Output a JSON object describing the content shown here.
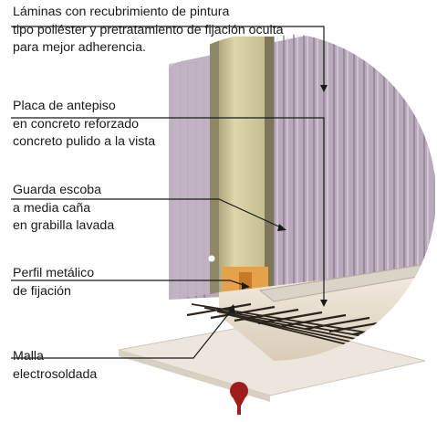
{
  "callouts": [
    {
      "lines": [
        "Láminas con recubrimiento de pintura",
        "tipo poliéster y pretratamiento de fijación oculta",
        "para mejor adherencia."
      ]
    },
    {
      "lines": [
        "Placa de antepiso",
        "en concreto reforzado",
        "concreto pulido a la vista"
      ]
    },
    {
      "lines": [
        "Guarda escoba",
        "a media caña",
        "en grabilla lavada"
      ]
    },
    {
      "lines": [
        "Perfil metálico",
        "de fijación"
      ]
    },
    {
      "lines": [
        "Malla",
        "electrosoldada"
      ]
    }
  ],
  "colors": {
    "wall_panel": "#b8aabb",
    "wall_rib_dark": "#8c7e90",
    "wall_rib_light": "#e4dce4",
    "stud_core": "#ddd6a8",
    "stud_side": "#a9a27a",
    "concrete": "#e8e0d2",
    "mesh": "#2b241c",
    "profile": "#e6a24a",
    "pin": "#9e1c1c",
    "leader": "#1a1a1a"
  },
  "icons": [
    "location-pin-icon"
  ]
}
